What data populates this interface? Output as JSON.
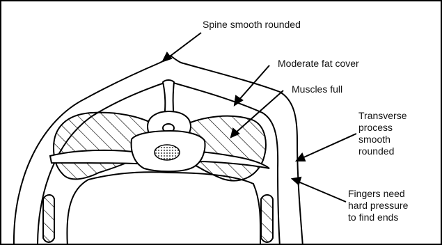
{
  "labels": {
    "spine": "Spine smooth rounded",
    "fat": "Moderate fat cover",
    "muscles": "Muscles full",
    "transverse": "Transverse\nprocess\nsmooth\nrounded",
    "fingers": "Fingers need\nhard pressure\nto find ends"
  }
}
